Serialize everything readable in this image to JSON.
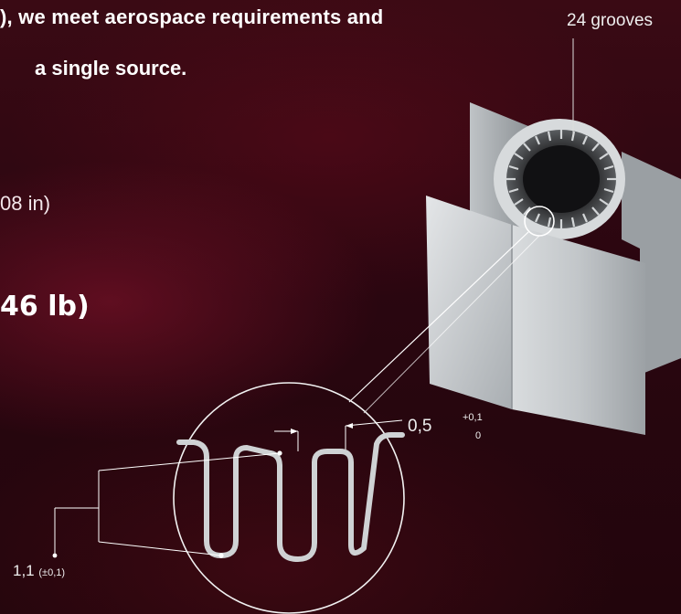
{
  "headline": {
    "line1": "), we meet aerospace requirements and",
    "line2": "a single source."
  },
  "dimension_inches": "08 in)",
  "weight": "46 lb)",
  "callouts": {
    "grooves": "24 grooves",
    "thickness_value": "0,5",
    "thickness_tol_upper": "+0,1",
    "thickness_tol_lower": "0",
    "wall_value": "1,1",
    "wall_tolerance": "(±0,1)"
  },
  "colors": {
    "background": "#2a0610",
    "text": "#ffffff",
    "profile_metal": "#c9ccce"
  }
}
